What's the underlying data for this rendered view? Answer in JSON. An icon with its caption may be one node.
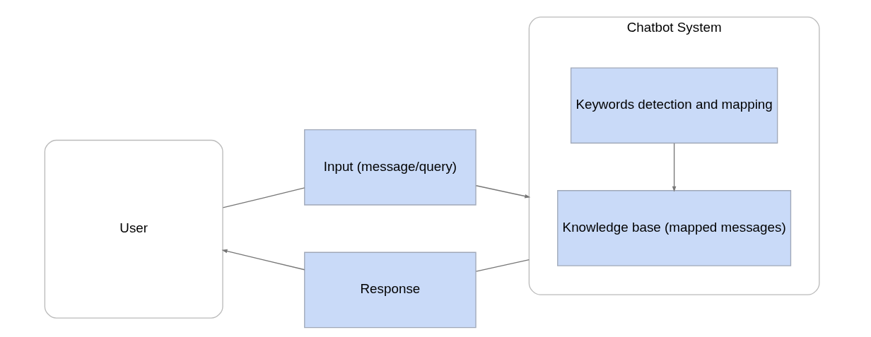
{
  "diagram": {
    "nodes": [
      {
        "text": [
          "User"
        ]
      },
      {
        "text": [
          "Input (message/query)"
        ]
      },
      {
        "text": [
          "Response"
        ]
      },
      {
        "text": [
          "Chatbot System"
        ]
      },
      {
        "text": [
          "Keywords detection and mapping"
        ],
        "in": 3
      },
      {
        "text": [
          "Knowledge base (mapped messages)"
        ],
        "in": 3
      }
    ],
    "edges": [
      {
        "from": 0,
        "to": 1,
        "arrow": "none"
      },
      {
        "from": 1,
        "to": 3,
        "arrow": "to"
      },
      {
        "from": 4,
        "to": 5,
        "arrow": "to"
      },
      {
        "from": 3,
        "to": 2,
        "arrow": "none"
      },
      {
        "from": 2,
        "to": 0,
        "arrow": "to"
      }
    ]
  }
}
